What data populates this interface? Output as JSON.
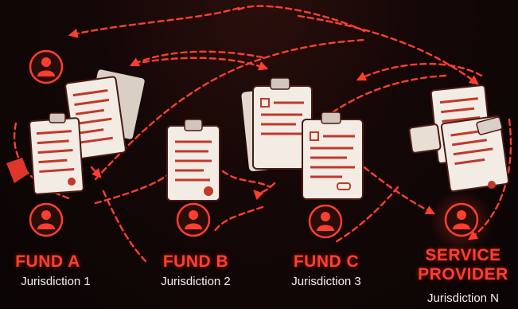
{
  "colors": {
    "accent": "#ff3f2e",
    "document": "#f3ece4",
    "background": "#0d0606",
    "subtext": "#f4efe9"
  },
  "entities": [
    {
      "name": "FUND A",
      "jurisdiction": "Jurisdiction 1"
    },
    {
      "name": "FUND B",
      "jurisdiction": "Jurisdiction 2"
    },
    {
      "name": "FUND C",
      "jurisdiction": "Jurisdiction 3"
    },
    {
      "name_line1": "SERVICE",
      "name_line2": "PROVIDER",
      "jurisdiction": "Jurisdiction N"
    }
  ],
  "icons": [
    "person-icon",
    "clipboard-icon",
    "document-icon",
    "dashed-arrow"
  ]
}
